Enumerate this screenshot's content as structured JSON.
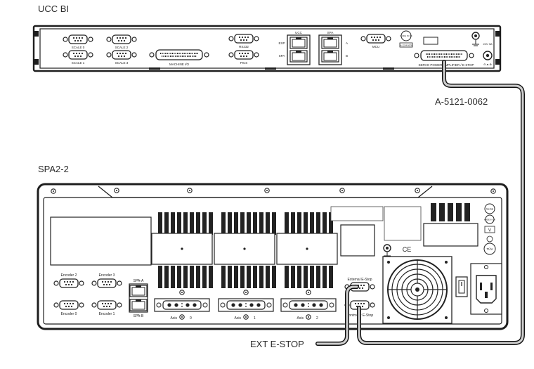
{
  "labels": {
    "ucc_title": "UCC BI",
    "spa_title": "SPA2-2",
    "cable_part": "A-5121-0062",
    "ext_estop": "EXT E-STOP"
  },
  "ucc": {
    "scale0": "SCALE 0",
    "scale1": "SCALE 1",
    "scale2": "SCALE 2",
    "scale3": "SCALE 3",
    "machine_io": "MACHINE I/O",
    "rs232": "RS232",
    "pics": "PICS",
    "ucc": "UCC",
    "spa": "SPA",
    "exp": "EXP",
    "spa_small": "SPA",
    "a": "A",
    "b": "B",
    "mcu": "MCU",
    "made_in_uk": "MADE IN UK",
    "a_code": "A-1234-5678",
    "servo": "SERVO POWER AMPLIFIER / E-STOP",
    "power_rating": "24V 3A"
  },
  "spa": {
    "encoder0": "Encoder 0",
    "encoder1": "Encoder 1",
    "encoder2": "Encoder 2",
    "encoder3": "Encoder 3",
    "spa_a": "SPA-A",
    "spa_b": "SPA-B",
    "axis_label": "Axis",
    "axis0": "0",
    "axis1": "1",
    "axis2": "2",
    "external_estop": "External E-Stop",
    "controller_estop": "Controller E-Stop",
    "serial": "Serial",
    "made_in_uk": "MADE IN UK",
    "v": "V",
    "ce": "CE",
    "tuv": "TÜV"
  }
}
